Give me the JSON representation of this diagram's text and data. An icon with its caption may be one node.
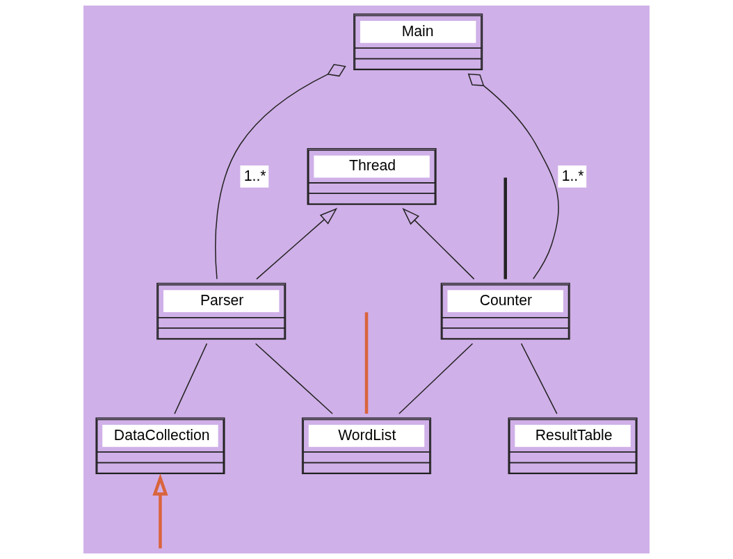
{
  "diagram": {
    "nodes": [
      {
        "text": [
          "Main"
        ]
      },
      {
        "text": [
          "Thread"
        ]
      },
      {
        "text": [
          "Parser"
        ]
      },
      {
        "text": [
          "Counter"
        ]
      },
      {
        "text": [
          "DataCollection"
        ]
      },
      {
        "text": [
          "WordList"
        ]
      },
      {
        "text": [
          "ResultTable"
        ]
      }
    ],
    "edges": [
      {
        "from": 2,
        "to": 0,
        "arrow": "other",
        "label": "1..*"
      },
      {
        "from": 3,
        "to": 0,
        "arrow": "other",
        "label": "1..*"
      },
      {
        "from": 2,
        "to": 1,
        "arrow": "to"
      },
      {
        "from": 3,
        "to": 1,
        "arrow": "to"
      },
      {
        "from": 4,
        "to": 2,
        "arrow": "none"
      },
      {
        "from": 5,
        "to": 2,
        "arrow": "none"
      },
      {
        "from": 5,
        "to": 3,
        "arrow": "none"
      },
      {
        "from": 6,
        "to": 3,
        "arrow": "none"
      },
      {
        "from": 3,
        "to": null,
        "arrow": "none",
        "style": "thick"
      },
      {
        "from": null,
        "to": 4,
        "arrow": "to",
        "style": "thick",
        "color": "#d9643c"
      },
      {
        "from": 5,
        "to": null,
        "arrow": "none",
        "style": "thick",
        "color": "#d9643c"
      }
    ]
  }
}
